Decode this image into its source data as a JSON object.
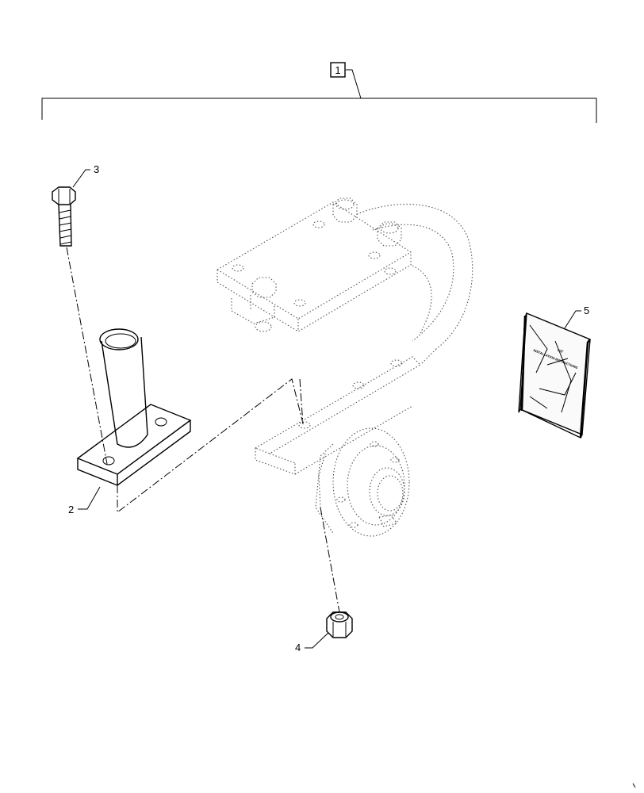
{
  "callouts": {
    "kit": "1",
    "pin": "2",
    "bolt": "3",
    "nut": "4",
    "instructions": "5"
  },
  "booklet_text": {
    "line1": "KIT",
    "line2": "INSTALLATION INSTRUCTIONS"
  }
}
